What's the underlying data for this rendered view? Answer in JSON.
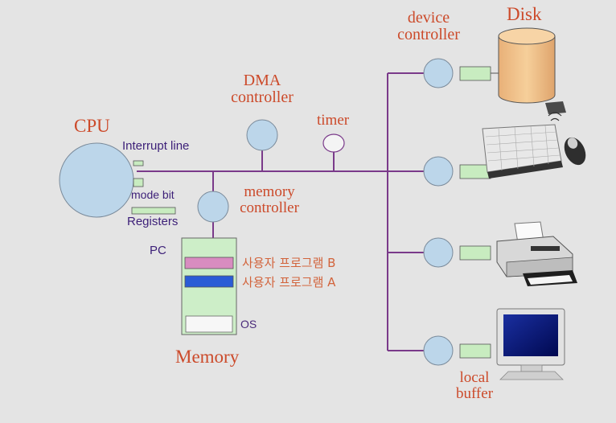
{
  "labels": {
    "cpu": "CPU",
    "interrupt_line": "Interrupt line",
    "mode_bit": "mode bit",
    "registers": "Registers",
    "pc": "PC",
    "dma_controller_1": "DMA",
    "dma_controller_2": "controller",
    "timer": "timer",
    "memory_controller_1": "memory",
    "memory_controller_2": "controller",
    "memory": "Memory",
    "user_program_b": "사용자 프로그램 B",
    "user_program_a": "사용자 프로그램 A",
    "os": "OS",
    "device_controller_1": "device",
    "device_controller_2": "controller",
    "disk": "Disk",
    "local_buffer_1": "local",
    "local_buffer_2": "buffer"
  },
  "colors": {
    "background": "#e4e4e4",
    "bus_line": "#7a3a8a",
    "controller_fill": "#bcd6ea",
    "buffer_fill": "#c8ecc0",
    "memory_fill": "#cdeec8",
    "program_b": "#d88cc0",
    "program_a": "#2a5cd6",
    "disk_fill": "#f2c68c",
    "serif_label": "#cc4a2a",
    "sans_label": "#3c1f78"
  },
  "devices": [
    "disk-icon",
    "keyboard-mouse-icon",
    "printer-icon",
    "monitor-icon"
  ]
}
